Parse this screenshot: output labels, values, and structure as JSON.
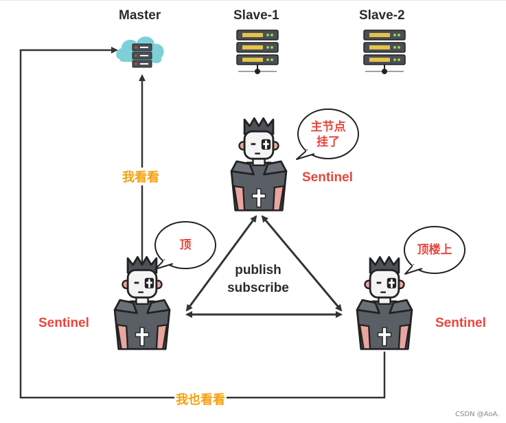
{
  "nodes": {
    "master": {
      "label": "Master"
    },
    "slave1": {
      "label": "Slave-1"
    },
    "slave2": {
      "label": "Slave-2"
    }
  },
  "sentinels": {
    "top": {
      "label": "Sentinel",
      "speech": [
        "主节点",
        "挂了"
      ]
    },
    "left": {
      "label": "Sentinel",
      "speech": "顶"
    },
    "right": {
      "label": "Sentinel",
      "speech": "顶楼上"
    }
  },
  "edges": {
    "left_to_master": "我也看看",
    "left_sentinel_to_master": "我看看",
    "triangle": [
      "publish",
      "subscribe"
    ]
  },
  "watermark": "CSDN @AoA.",
  "colors": {
    "sentinel_label": "#e8463b",
    "edge_label": "#f5a00c",
    "line": "#333333",
    "cloud": "#7ecfd8"
  },
  "icons": {
    "master": "cloud-server-icon",
    "slave": "server-rack-icon",
    "sentinel": "sentinel-guard-icon"
  }
}
